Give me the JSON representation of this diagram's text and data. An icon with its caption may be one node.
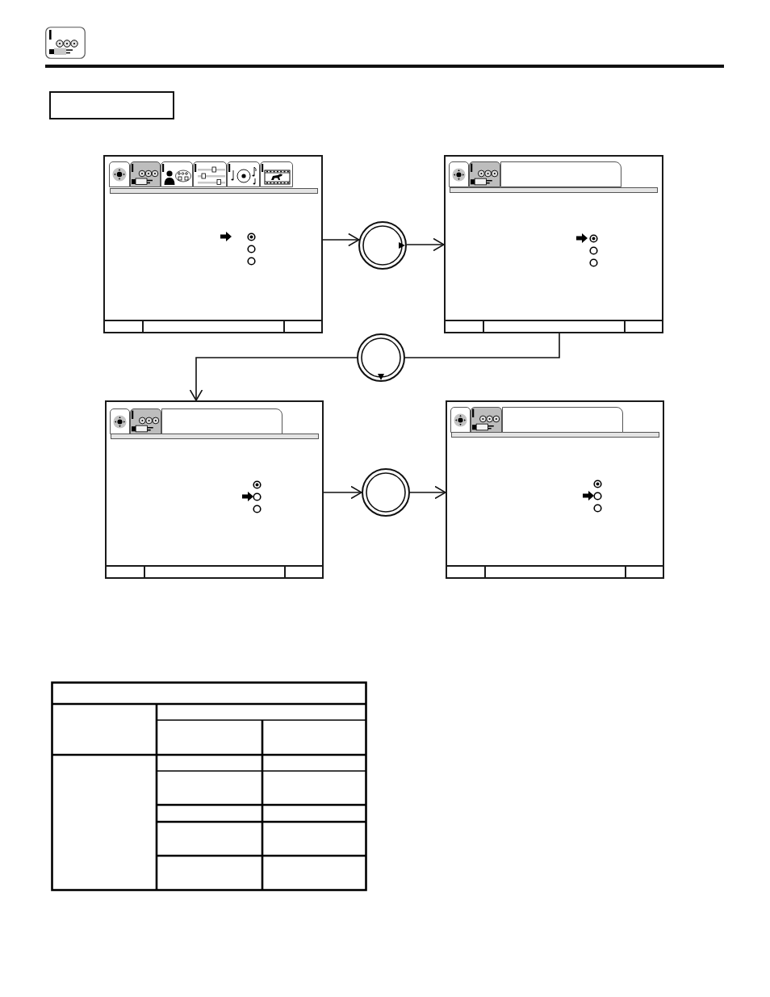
{
  "diagram": {
    "nodes": [
      {
        "text": [],
        "shape": "picture"
      },
      {
        "text": [],
        "shape": "circle"
      },
      {
        "text": [],
        "shape": "picture"
      },
      {
        "text": [],
        "shape": "box",
        "in": 2
      },
      {
        "text": [],
        "shape": "circle"
      },
      {
        "text": [],
        "shape": "picture"
      },
      {
        "text": [],
        "shape": "box",
        "in": 5
      },
      {
        "text": [],
        "shape": "circle"
      },
      {
        "text": [],
        "shape": "picture"
      },
      {
        "text": [],
        "shape": "box",
        "in": 8
      }
    ],
    "edges": [
      {
        "from": 0,
        "to": 1,
        "arrow": "to"
      },
      {
        "from": 1,
        "to": 2,
        "arrow": "to"
      },
      {
        "from": 2,
        "to": 4,
        "arrow": "none"
      },
      {
        "from": 4,
        "to": 5,
        "arrow": "to"
      },
      {
        "from": 5,
        "to": 7,
        "arrow": "to"
      },
      {
        "from": 7,
        "to": 8,
        "arrow": "to"
      }
    ]
  }
}
